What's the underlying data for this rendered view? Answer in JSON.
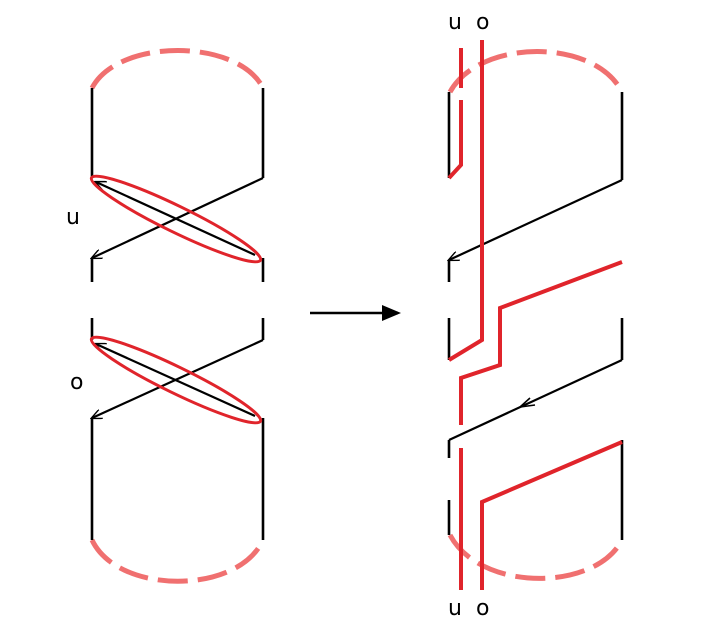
{
  "labels": {
    "left_u": "u",
    "left_o": "o",
    "right_top_u": "u",
    "right_top_o": "o",
    "right_bottom_u": "u",
    "right_bottom_o": "o"
  },
  "colors": {
    "strand": "#000000",
    "loop": "#e0242b",
    "dashed_arc": "#f07070"
  }
}
